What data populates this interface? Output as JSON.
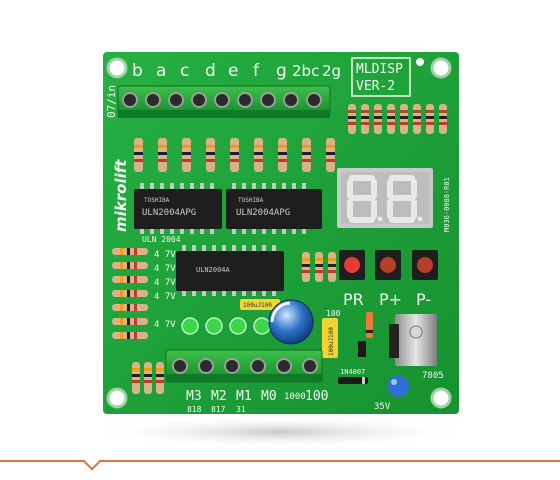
{
  "board": {
    "pcb_color": "#1fa33a",
    "brand": "mikrolift",
    "title_line1": "MLDISP",
    "title_line2": "VER-2",
    "part_number": "M036-0088-R01",
    "connector_top_labels": [
      "b",
      "a",
      "c",
      "d",
      "e",
      "f",
      "g",
      "2bc",
      "2g"
    ],
    "connector_top_side_label": "07/in",
    "chip1_label": "ULN2004APG",
    "chip2_label": "ULN2004APG",
    "chip3_label": "ULN2004A",
    "chip1_brand": "TOSHIBA",
    "chip2_brand": "TOSHIBA",
    "chip3_label_under": "ULN 2004",
    "volt_labels": [
      "4 7V",
      "4 7V",
      "4 7V",
      "4 7V",
      "4 7V"
    ],
    "buttons": [
      "PR",
      "P+",
      "P-"
    ],
    "bottom_labels": [
      "M3",
      "M2",
      "M1",
      "M0",
      "1000",
      "100"
    ],
    "bottom_sub_labels": [
      "818",
      "817",
      "31"
    ],
    "regulator_label": "7805",
    "cap_label": "35V",
    "cap_top_label": "100",
    "misc_label_1": "100uJ100",
    "misc_label_2": "100uJ100",
    "diode_label": "1N4007",
    "line_color": "#e0733a"
  }
}
